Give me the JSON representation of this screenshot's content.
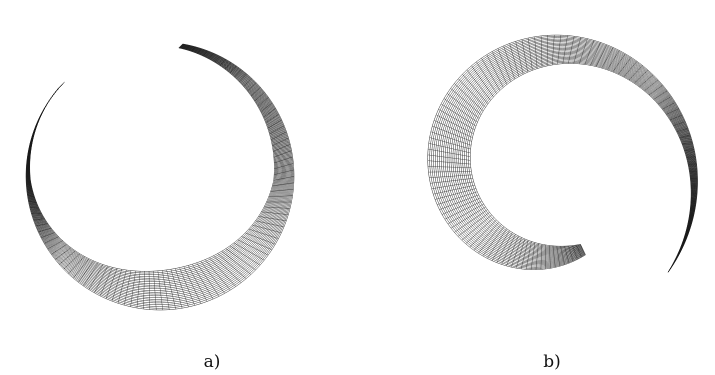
{
  "panels": [
    {
      "id": "a",
      "caption": "a)"
    },
    {
      "id": "b",
      "caption": "b)"
    }
  ],
  "colors": {
    "ink": "#1a1a1a",
    "background": "#ffffff"
  }
}
